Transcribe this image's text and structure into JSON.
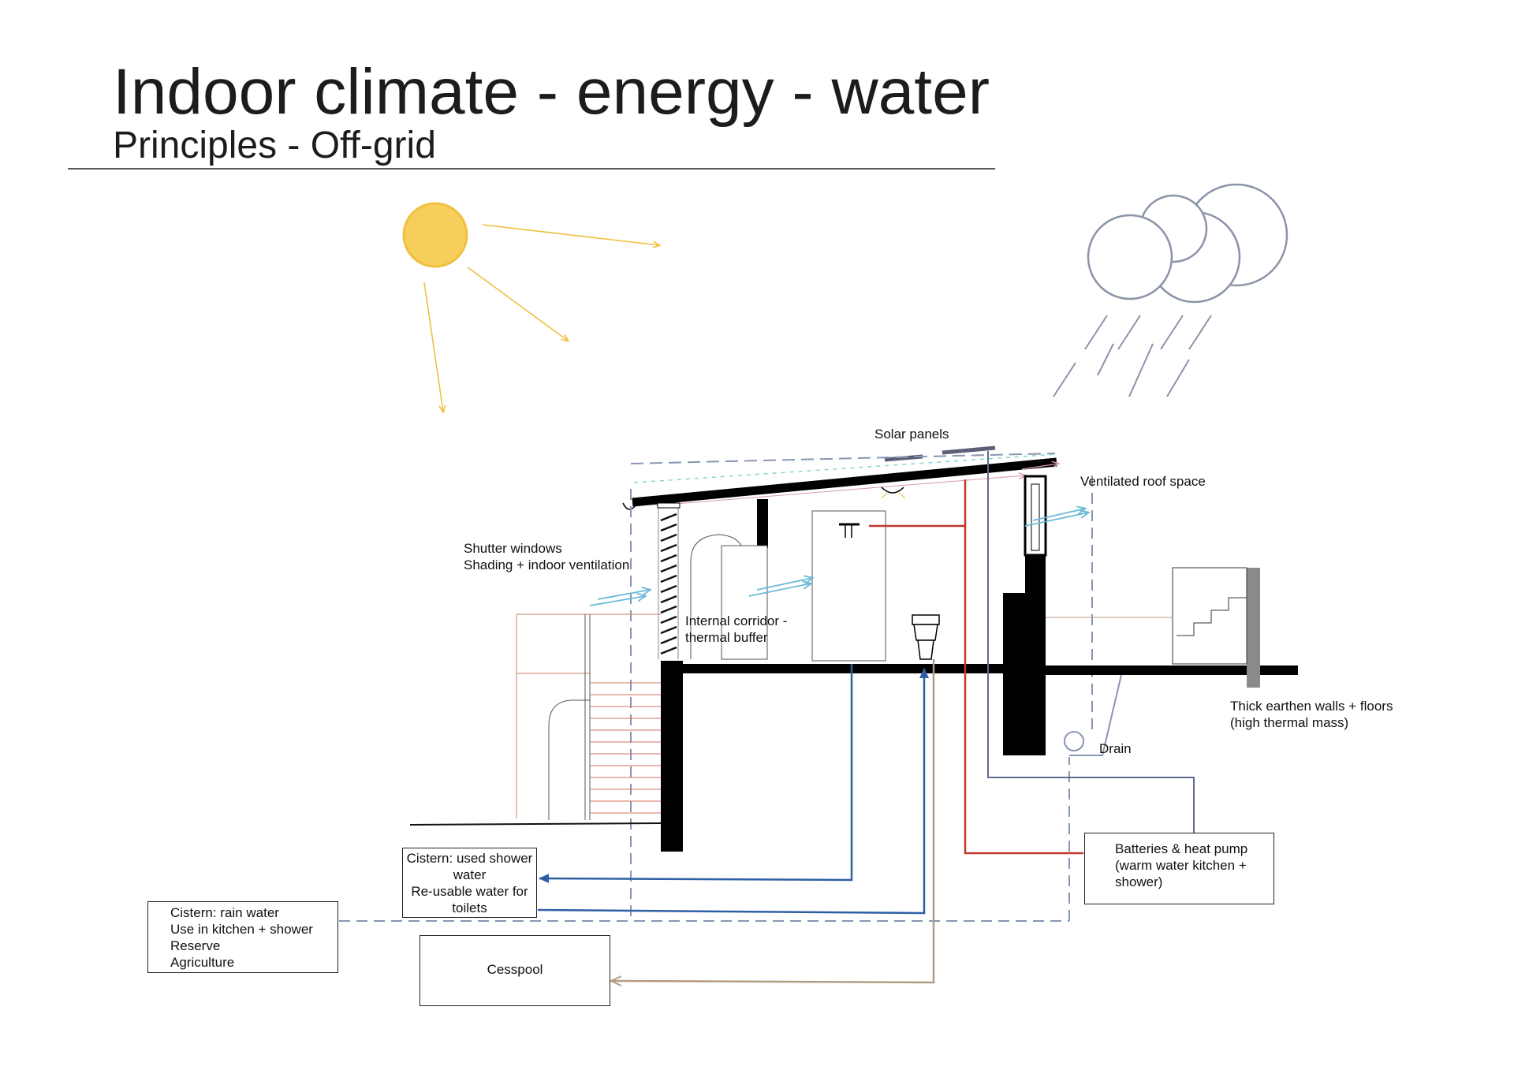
{
  "header": {
    "title": "Indoor climate - energy - water",
    "subtitle": "Principles - Off-grid"
  },
  "labels": {
    "solar_panels": "Solar panels",
    "ventilated_roof": "Ventilated roof space",
    "shutter_windows_1": "Shutter windows",
    "shutter_windows_2": "Shading + indoor ventilation",
    "corridor_1": "Internal corridor -",
    "corridor_2": "thermal buffer",
    "earthen_1": "Thick earthen walls + floors",
    "earthen_2": "(high thermal mass)",
    "drain": "Drain"
  },
  "boxes": {
    "cistern_shower": [
      "Cistern: used shower",
      "water",
      "Re-usable water for",
      "toilets"
    ],
    "cistern_rain": [
      "Cistern: rain water",
      "Use in kitchen + shower",
      "Reserve",
      "Agriculture"
    ],
    "cesspool": [
      "Cesspool"
    ],
    "batteries": [
      "Batteries & heat pump",
      "(warm water kitchen +",
      "shower)"
    ]
  },
  "colors": {
    "sun": "#f7cd5c",
    "sun_stroke": "#f0c040",
    "cloud": "#8a93a8",
    "rain_water": "#8796b4",
    "used_water": "#2e5fa3",
    "hot_water": "#c0392b",
    "sewage": "#b39c86",
    "ventilation": "#6bbad8",
    "structure": "#000000"
  }
}
